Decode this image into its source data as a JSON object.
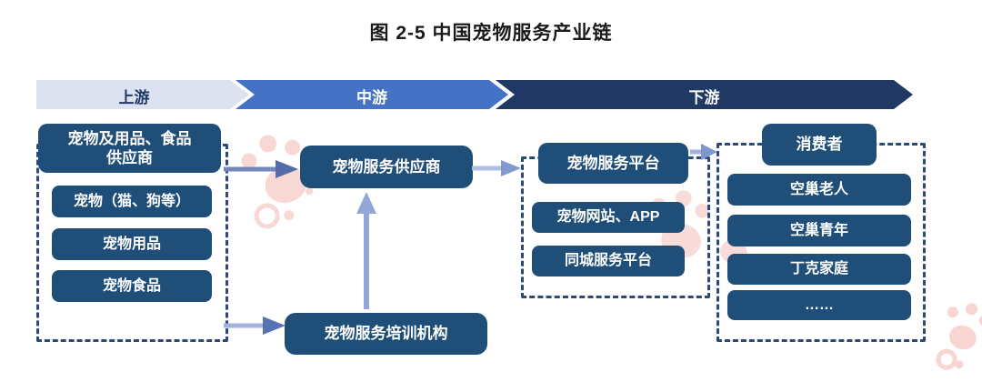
{
  "title": "图 2-5 中国宠物服务产业链",
  "banner": {
    "segments": [
      {
        "label": "上游"
      },
      {
        "label": "中游"
      },
      {
        "label": "下游"
      }
    ]
  },
  "upstream": {
    "header_lines": [
      "宠物及用品、食品",
      "供应商"
    ],
    "items": [
      "宠物（猫、狗等）",
      "宠物用品",
      "宠物食品"
    ]
  },
  "midstream": {
    "supplier_label": "宠物服务供应商",
    "training_label": "宠物服务培训机构"
  },
  "platform": {
    "header": "宠物服务平台",
    "items": [
      "宠物网站、APP",
      "同城服务平台"
    ]
  },
  "consumers": {
    "header": "消费者",
    "items": [
      "空巢老人",
      "空巢青年",
      "丁克家庭",
      "……"
    ]
  },
  "colors": {
    "box_navy": "#1F4E79",
    "banner_light": "#DDE2F0",
    "banner_mid": "#4472C4",
    "banner_dark": "#1F3864",
    "banner_light_text": "#1F3864",
    "arrow_shaft_light": "#A3B3DE",
    "arrow_shaft_medium": "#7288BD",
    "arrow_head_dark": "#546CAB",
    "dashed_border": "#2B4A78",
    "watermark_pink": "#F3B3AC",
    "background": "#FFFFFF"
  }
}
